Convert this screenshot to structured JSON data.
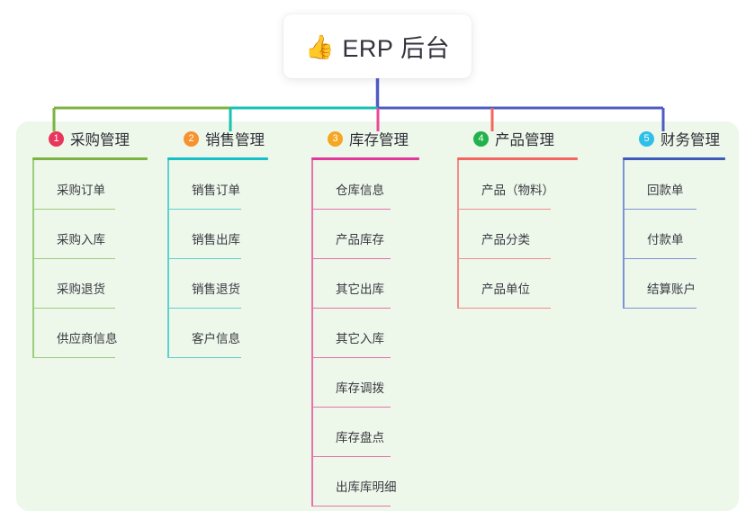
{
  "title": {
    "icon": "thumbs-up-emoji",
    "emoji": "👍",
    "text": "ERP 后台"
  },
  "palette": {
    "page_background": "#ffffff",
    "panel_background": "#edf7ea",
    "title_text": "#32323c",
    "leaf_text": "#3a3a42",
    "trunk_blue": "#4f5bc4",
    "connector_green": "#7cb342",
    "connector_teal": "#16c2b2",
    "connector_pink": "#ec4899",
    "connector_red": "#f4655f",
    "connector_blue": "#4f5bc4"
  },
  "columns": [
    {
      "index": "1",
      "title": "采购管理",
      "badge_color": "#e8365d",
      "rule_color": "#7cb342",
      "rail_color": "#9ccc7c",
      "leaf_rule_color": "#9ccc7c",
      "drop_color": "#7cb342",
      "items": [
        "采购订单",
        "采购入库",
        "采购退货",
        "供应商信息"
      ]
    },
    {
      "index": "2",
      "title": "销售管理",
      "badge_color": "#f7922e",
      "rule_color": "#15c0c8",
      "rail_color": "#5fcfcf",
      "leaf_rule_color": "#5fcfcf",
      "drop_color": "#16c2b2",
      "items": [
        "销售订单",
        "销售出库",
        "销售退货",
        "客户信息"
      ]
    },
    {
      "index": "3",
      "title": "库存管理",
      "badge_color": "#f5a623",
      "rule_color": "#e0399b",
      "rail_color": "#e672ae",
      "leaf_rule_color": "#e672ae",
      "drop_color": "#ec4899",
      "items": [
        "仓库信息",
        "产品库存",
        "其它出库",
        "其它入库",
        "库存调拨",
        "库存盘点",
        "出库库明细"
      ]
    },
    {
      "index": "4",
      "title": "产品管理",
      "badge_color": "#22b24c",
      "rule_color": "#f4655f",
      "rail_color": "#f08f8a",
      "leaf_rule_color": "#f08f8a",
      "drop_color": "#f4655f",
      "items": [
        "产品（物料）",
        "产品分类",
        "产品单位"
      ]
    },
    {
      "index": "5",
      "title": "财务管理",
      "badge_color": "#2ec0e8",
      "rule_color": "#3d5bbd",
      "rail_color": "#7d93d8",
      "leaf_rule_color": "#7d93d8",
      "drop_color": "#4f5bc4",
      "items": [
        "回款单",
        "付款单",
        "结算账户"
      ]
    }
  ]
}
